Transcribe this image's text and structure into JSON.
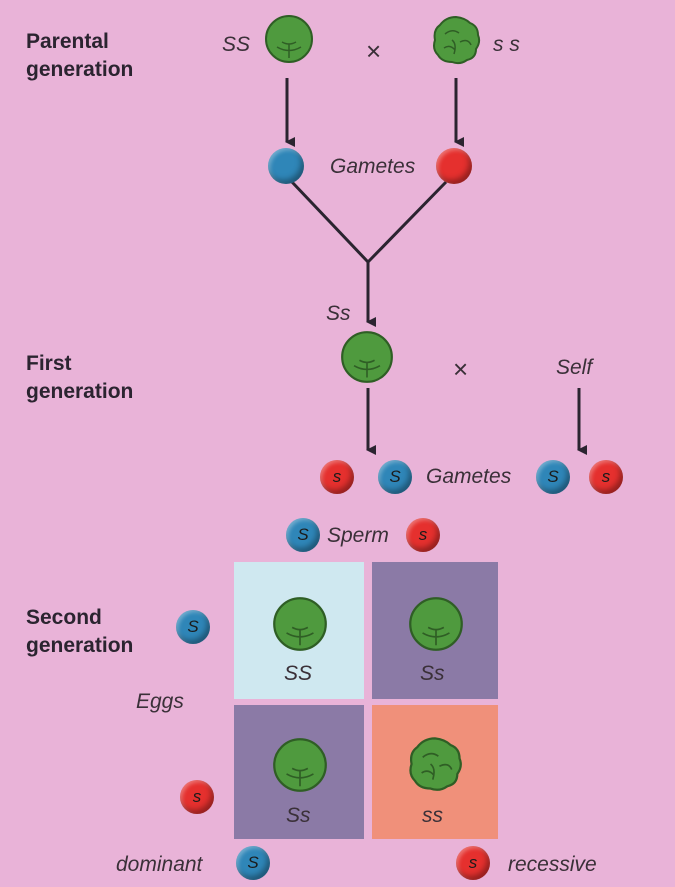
{
  "labels": {
    "parental": "Parental\ngeneration",
    "first": "First\ngeneration",
    "second": "Second\ngeneration"
  },
  "parental": {
    "left_genotype": "SS",
    "right_genotype": "s s",
    "cross": "×"
  },
  "gametes_label_1": "Gametes",
  "first_gen": {
    "genotype": "Ss",
    "cross": "×",
    "self": "Self"
  },
  "gametes_label_2": "Gametes",
  "alleles": {
    "dominant_symbol": "S",
    "recessive_symbol": "s"
  },
  "sperm_label": "Sperm",
  "eggs_label": "Eggs",
  "punnett": {
    "cells": [
      {
        "genotype": "SS",
        "phenotype": "smooth"
      },
      {
        "genotype": "Ss",
        "phenotype": "smooth"
      },
      {
        "genotype": "Ss",
        "phenotype": "smooth"
      },
      {
        "genotype": "ss",
        "phenotype": "wrinkled"
      }
    ]
  },
  "legend": {
    "dominant": "dominant",
    "recessive": "recessive"
  },
  "colors": {
    "background": "#e9b3d8",
    "dominant": "#2f86b8",
    "recessive": "#e5302e",
    "cell_ss_dominant": "#cfe8f0",
    "cell_heterozygous": "#8b7aa6",
    "cell_ss_recessive": "#f0907a",
    "pea": "#4f9a3e"
  }
}
